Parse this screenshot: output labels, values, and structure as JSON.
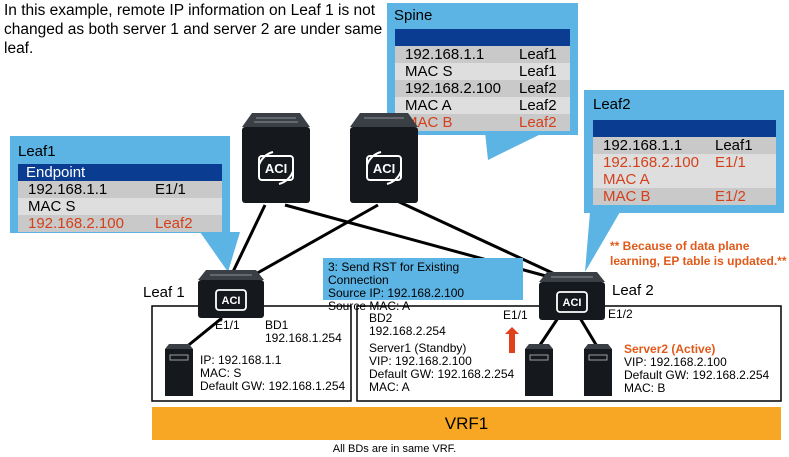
{
  "intro_text": "In this example, remote IP information on Leaf 1 is not changed as both server 1 and server 2 are under same leaf.",
  "spine_table": {
    "title": "Spine",
    "rows": [
      {
        "a": "192.168.1.1",
        "b": "Leaf1",
        "red": false
      },
      {
        "a": "MAC S",
        "b": "Leaf1",
        "red": false
      },
      {
        "a": "192.168.2.100",
        "b": "Leaf2",
        "red": false
      },
      {
        "a": "MAC A",
        "b": "Leaf2",
        "red": false
      },
      {
        "a": "MAC B",
        "b": "Leaf2",
        "red": true
      }
    ]
  },
  "leaf1_table": {
    "title": "Leaf1",
    "header": "Endpoint",
    "rows": [
      {
        "a": "192.168.1.1",
        "b": "E1/1",
        "red": false
      },
      {
        "a": "MAC S",
        "b": "",
        "red": false
      },
      {
        "a": "192.168.2.100",
        "b": "Leaf2",
        "red": true
      }
    ]
  },
  "leaf2_table": {
    "title": "Leaf2",
    "rows": [
      {
        "a": "192.168.1.1",
        "b": "Leaf1",
        "red": false
      },
      {
        "a": "192.168.2.100",
        "b": "E1/1",
        "red": true
      },
      {
        "a": "MAC A",
        "b": "",
        "red": true
      },
      {
        "a": "MAC B",
        "b": "E1/2",
        "red": true
      }
    ]
  },
  "note": "** Because of data plane learning, EP table is updated.**",
  "rst_box": {
    "line1": "3: Send RST for Existing Connection",
    "line2": "Source IP: 192.168.2.100",
    "line3": "Source MAC: A"
  },
  "leaf1_label": "Leaf 1",
  "leaf2_label": "Leaf 2",
  "aci_label": "ACI",
  "leaf1_port": "E1/1",
  "leaf2_port1": "E1/1",
  "leaf2_port2": "E1/2",
  "bd1": {
    "name": "BD1",
    "ip": "192.168.1.254"
  },
  "bd2": {
    "name": "BD2",
    "ip": "192.168.2.254"
  },
  "host_s": {
    "ip": "IP: 192.168.1.1",
    "mac": "MAC: S",
    "gw": "Default GW: 192.168.1.254"
  },
  "server1": {
    "name": "Server1 (Standby)",
    "vip": "VIP: 192.168.2.100",
    "gw": "Default GW: 192.168.2.254",
    "mac": "MAC: A"
  },
  "server2": {
    "name": "Server2 (Active)",
    "vip": "VIP: 192.168.2.100",
    "gw": "Default GW: 192.168.2.254",
    "mac": "MAC: B"
  },
  "vrf_label": "VRF1",
  "footer": "All BDs are in same VRF.",
  "colors": {
    "callout": "#5bb4e3",
    "header": "#0a3d91",
    "red": "#d4401a",
    "vrf": "#f7a723",
    "arrow": "#e0401a",
    "note": "#e05a1a"
  }
}
